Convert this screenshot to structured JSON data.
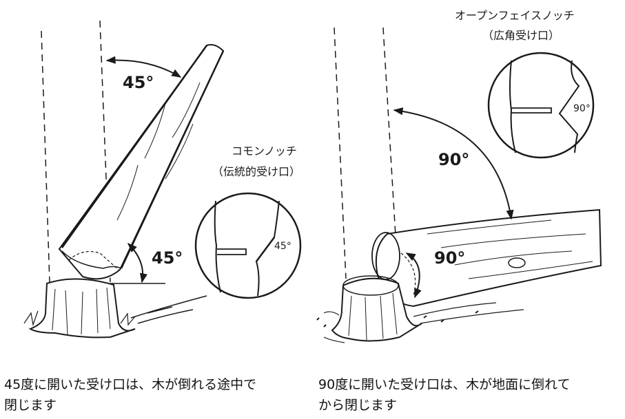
{
  "left": {
    "angle_top": "45°",
    "angle_side": "45°",
    "notch_title": "コモンノッチ",
    "notch_subtitle": "（伝統的受け口）",
    "inset_angle": "45°",
    "caption": "45度に開いた受け口は、木が倒れる途中で\n閉じます"
  },
  "right": {
    "notch_title": "オープンフェイスノッチ",
    "notch_subtitle": "（広角受け口）",
    "inset_angle": "90°",
    "angle_big": "90°",
    "angle_log": "90°",
    "caption": "90度に開いた受け口は、木が地面に倒れて\nから閉じます"
  }
}
